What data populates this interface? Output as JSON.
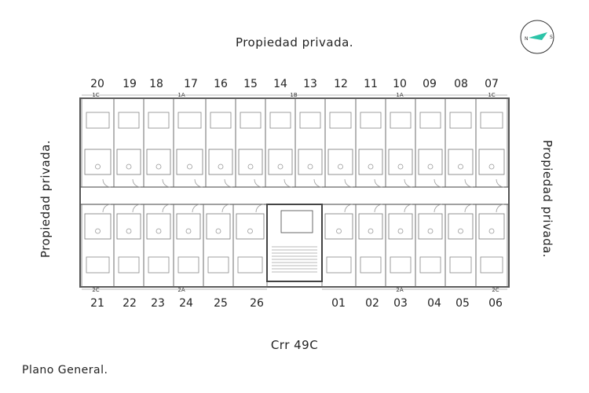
{
  "labels": {
    "top": "Propiedad privada.",
    "left": "Propiedad privada.",
    "right": "Propiedad privada.",
    "street": "Crr 49C",
    "plan_title": "Plano General."
  },
  "compass": {
    "north": "N",
    "south": "S",
    "accent": "#2cc4a8"
  },
  "top_units": [
    "20",
    "19",
    "18",
    "17",
    "16",
    "15",
    "14",
    "13",
    "12",
    "11",
    "10",
    "09",
    "08",
    "07"
  ],
  "bottom_units": [
    "21",
    "22",
    "23",
    "24",
    "25",
    "26",
    "01",
    "02",
    "03",
    "04",
    "05",
    "06"
  ],
  "top_sections": [
    "1C",
    "1A",
    "1B",
    "1A",
    "1C"
  ],
  "bottom_sections": [
    "2C",
    "2A",
    "2A",
    "2C"
  ]
}
